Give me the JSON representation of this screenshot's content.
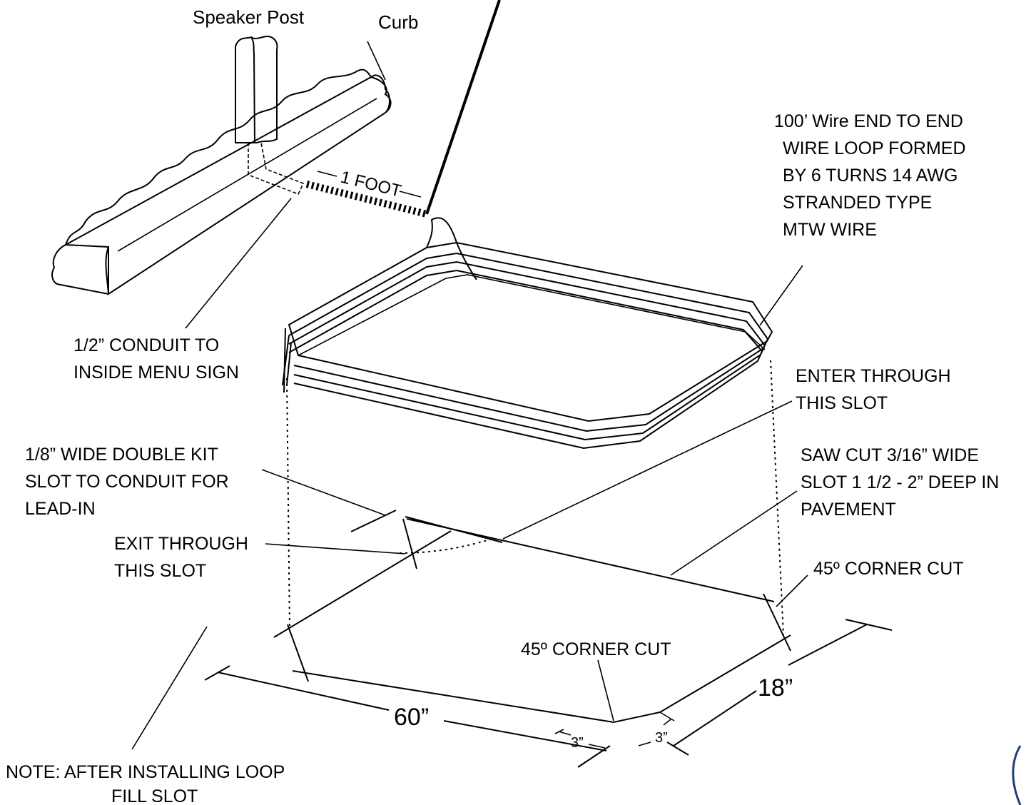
{
  "labels": {
    "speaker_post": "Speaker Post",
    "curb": "Curb",
    "wire_spec": [
      "100’ Wire END TO END",
      "WIRE LOOP FORMED",
      "BY 6 TURNS 14 AWG",
      "STRANDED TYPE",
      "MTW WIRE"
    ],
    "one_foot": "1 FOOT",
    "conduit": [
      "1/2” CONDUIT TO",
      "INSIDE MENU SIGN"
    ],
    "enter_slot": [
      "ENTER THROUGH",
      "THIS SLOT"
    ],
    "kit_slot": [
      "1/8” WIDE DOUBLE KIT",
      "SLOT TO CONDUIT FOR",
      "LEAD-IN"
    ],
    "saw_cut": [
      "SAW CUT 3/16” WIDE",
      "SLOT 1 1/2 - 2” DEEP IN",
      "PAVEMENT"
    ],
    "exit_slot": [
      "EXIT THROUGH",
      "THIS SLOT"
    ],
    "corner_cut_right": "45º CORNER CUT",
    "corner_cut_bottom": "45º CORNER CUT",
    "dim_length": "60”",
    "dim_width": "18”",
    "dim_corner_a": "3”",
    "dim_corner_b": "3”",
    "note": [
      "NOTE:  AFTER INSTALLING LOOP",
      "FILL SLOT"
    ]
  },
  "colors": {
    "line": "#000000",
    "background": "#ffffff",
    "accent": "#1a3f7a"
  }
}
